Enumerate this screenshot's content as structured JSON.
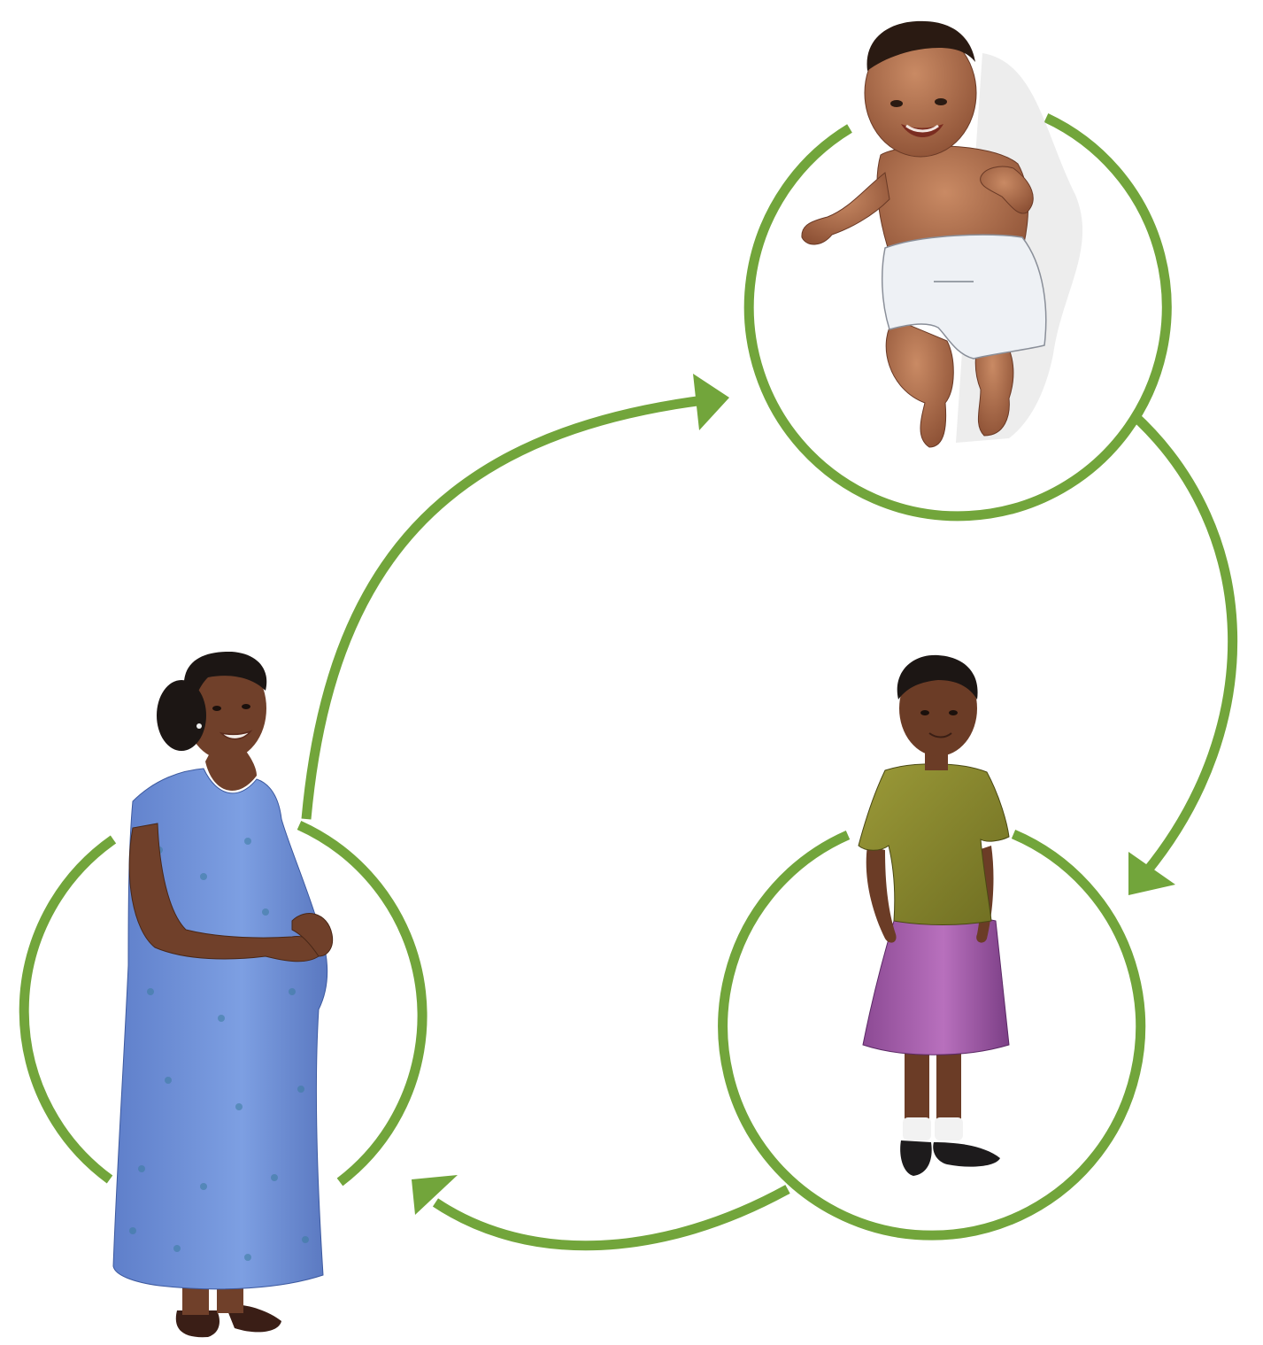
{
  "diagram": {
    "type": "life-cycle",
    "stages": [
      {
        "id": "baby",
        "figure": "smiling-baby-in-cloth-diaper"
      },
      {
        "id": "girl",
        "figure": "young-girl-olive-shirt-purple-skirt"
      },
      {
        "id": "pregnant-woman",
        "figure": "smiling-pregnant-woman-blue-floral-dress"
      }
    ],
    "cycle": [
      {
        "from": "pregnant-woman",
        "to": "baby"
      },
      {
        "from": "baby",
        "to": "girl"
      },
      {
        "from": "girl",
        "to": "pregnant-woman"
      }
    ]
  },
  "colors": {
    "arrow": "#72a53b",
    "background": "#ffffff",
    "baby_skin": "#a86a4c",
    "diaper": "#eef1f5",
    "girl_skin": "#6b3c26",
    "shirt": "#8a8a2a",
    "skirt": "#a45aaa",
    "woman_skin": "#70402a",
    "dress": "#6d8fd6",
    "hair": "#1c1614"
  }
}
